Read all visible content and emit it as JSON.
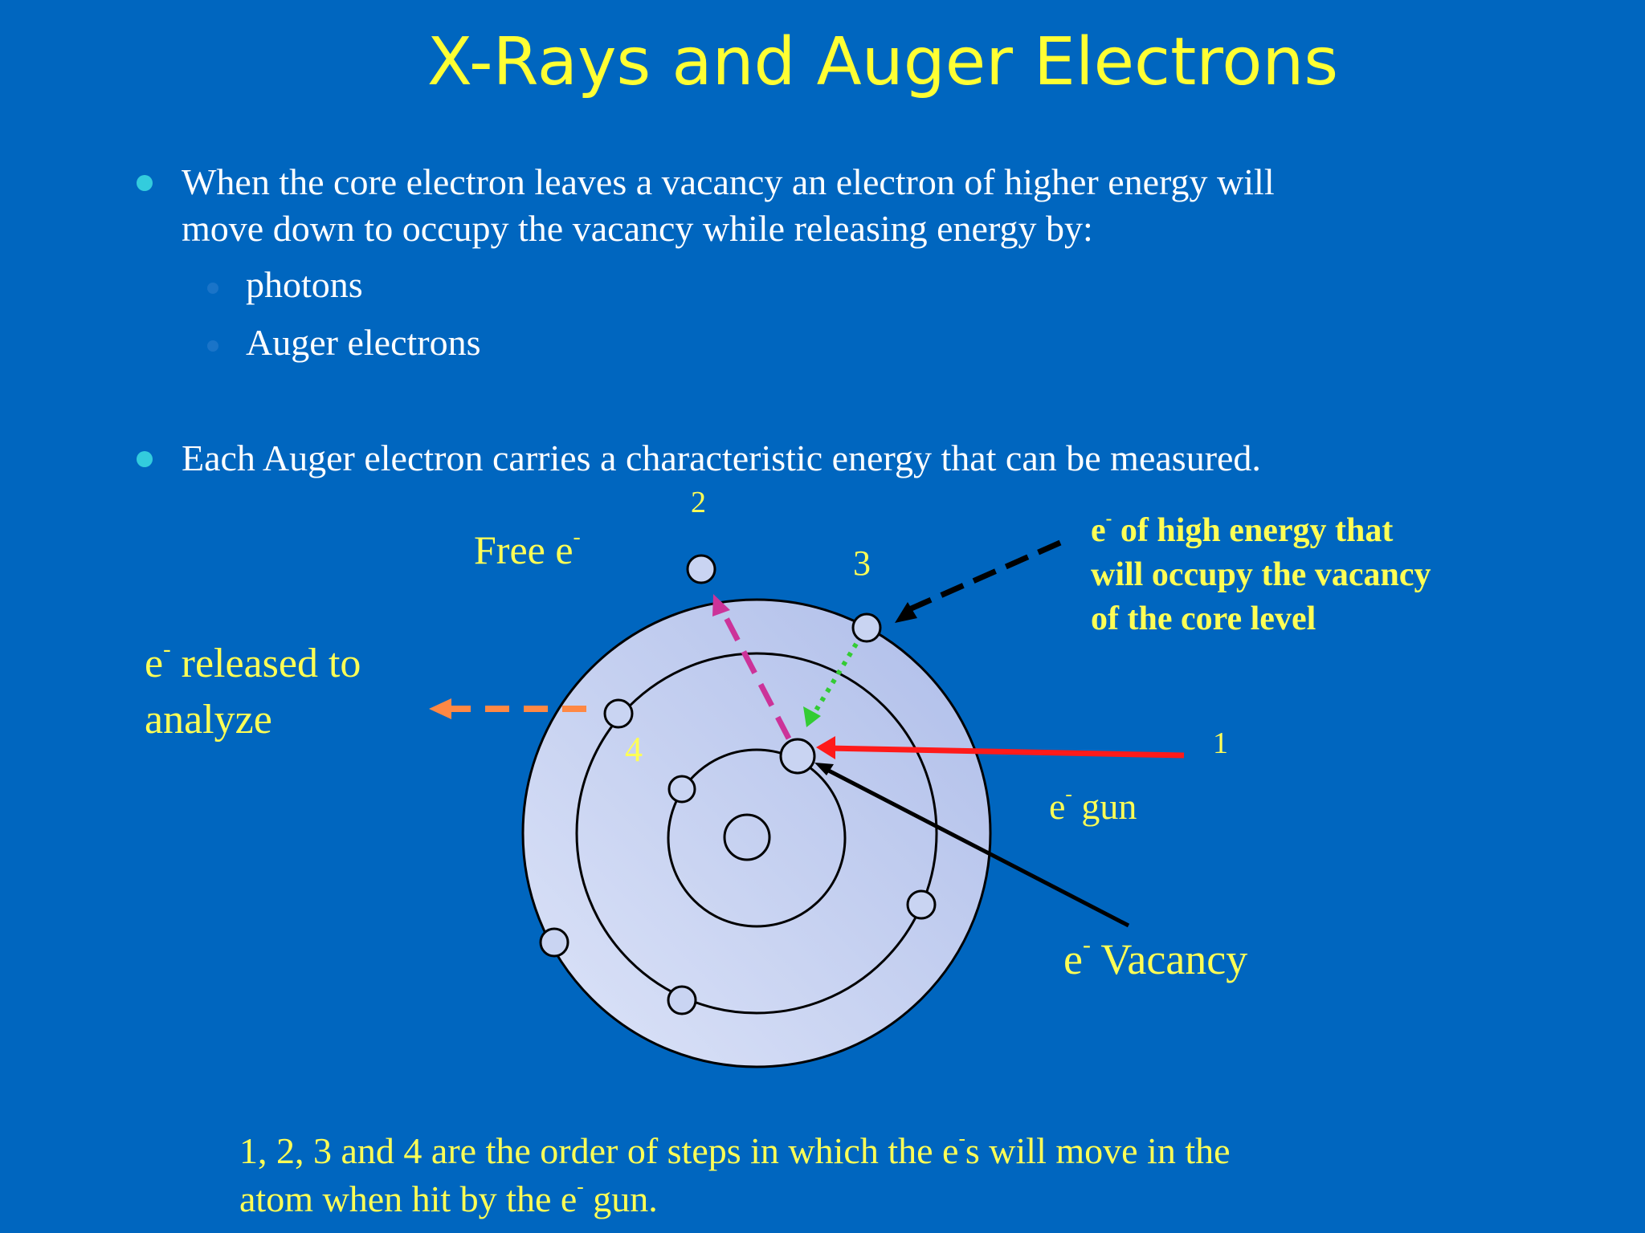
{
  "title": "X-Rays and Auger Electrons",
  "bullets": [
    {
      "text_line1": "When the core electron leaves a vacancy an electron of higher energy will",
      "text_line2": "move down to occupy the vacancy while releasing energy by:",
      "sub_items": [
        "photons",
        "Auger electrons"
      ]
    },
    {
      "text_line1": "Each Auger electron carries a characteristic energy that can be measured."
    }
  ],
  "diagram": {
    "labels": {
      "step_2": "2",
      "step_3": "3",
      "step_4": "4",
      "step_1": "1",
      "free_e": "Free e",
      "released_line1": "e",
      "released_line1_rest": " released to",
      "released_line2": "analyze",
      "high_energy_line1_e": "e",
      "high_energy_line1_rest": " of high energy that",
      "high_energy_line2": "will occupy the vacancy",
      "high_energy_line3": "of the core level",
      "gun_e": "e",
      "gun_rest": " gun",
      "vacancy_e": "e",
      "vacancy_rest": " Vacancy",
      "superscript": "-"
    },
    "colors": {
      "outer_disk_fill": "#c9d4f2",
      "red_arrow": "#ff1a1a",
      "magenta_arrow": "#cc3399",
      "green_arrow": "#33cc33",
      "orange_arrow": "#ff8844",
      "black_arrow": "#000000"
    }
  },
  "caption": {
    "line1_pre": "1, 2, 3 and 4 are the order of steps in which the e",
    "line1_sup": "-",
    "line1_post": "s will move in the",
    "line2_pre": "atom when hit by the e",
    "line2_sup": "-",
    "line2_post": " gun."
  }
}
